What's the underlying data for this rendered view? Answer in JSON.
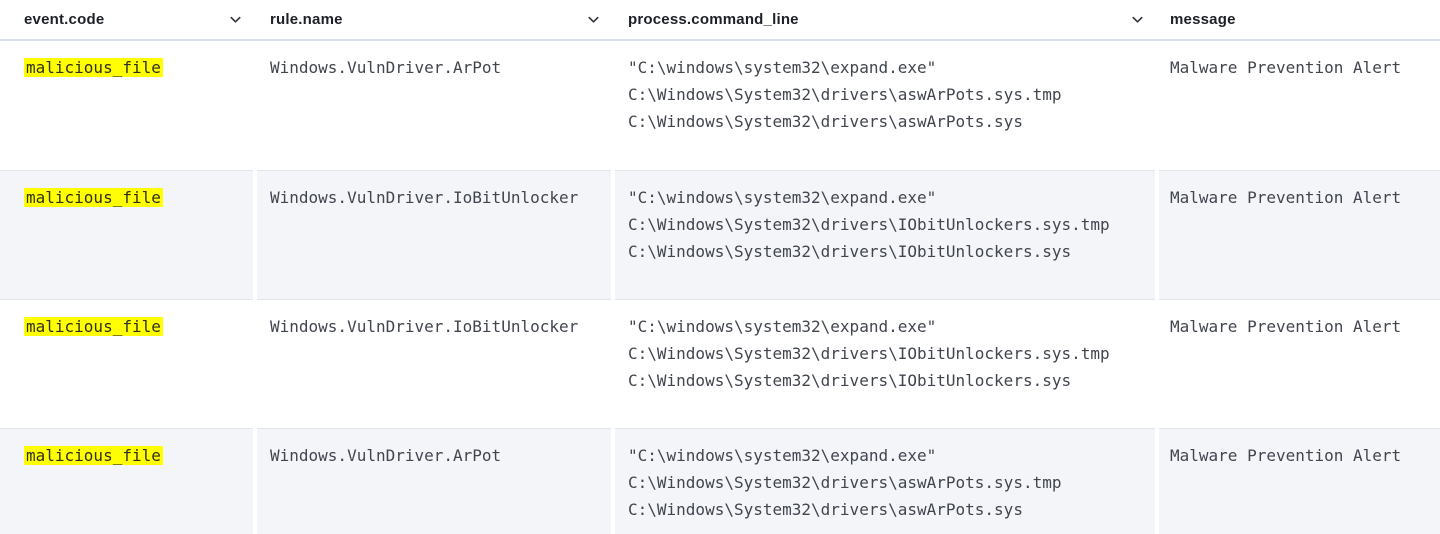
{
  "colors": {
    "highlight": "#ffff00",
    "stripe": "#f4f5f9"
  },
  "table": {
    "columns": [
      {
        "label": "event.code",
        "menu_icon": "chevron-down"
      },
      {
        "label": "rule.name",
        "menu_icon": "chevron-down"
      },
      {
        "label": "process.command_line",
        "menu_icon": "chevron-down"
      },
      {
        "label": "message",
        "menu_icon": null
      }
    ],
    "rows": [
      {
        "event_code": "malicious_file",
        "rule_name": "Windows.VulnDriver.ArPot",
        "command_line": [
          "\"C:\\windows\\system32\\expand.exe\"",
          "C:\\Windows\\System32\\drivers\\aswArPots.sys.tmp",
          "C:\\Windows\\System32\\drivers\\aswArPots.sys"
        ],
        "message": "Malware Prevention Alert"
      },
      {
        "event_code": "malicious_file",
        "rule_name": "Windows.VulnDriver.IoBitUnlocker",
        "command_line": [
          "\"C:\\windows\\system32\\expand.exe\"",
          "C:\\Windows\\System32\\drivers\\IObitUnlockers.sys.tmp",
          "C:\\Windows\\System32\\drivers\\IObitUnlockers.sys"
        ],
        "message": "Malware Prevention Alert"
      },
      {
        "event_code": "malicious_file",
        "rule_name": "Windows.VulnDriver.IoBitUnlocker",
        "command_line": [
          "\"C:\\windows\\system32\\expand.exe\"",
          "C:\\Windows\\System32\\drivers\\IObitUnlockers.sys.tmp",
          "C:\\Windows\\System32\\drivers\\IObitUnlockers.sys"
        ],
        "message": "Malware Prevention Alert"
      },
      {
        "event_code": "malicious_file",
        "rule_name": "Windows.VulnDriver.ArPot",
        "command_line": [
          "\"C:\\windows\\system32\\expand.exe\"",
          "C:\\Windows\\System32\\drivers\\aswArPots.sys.tmp",
          "C:\\Windows\\System32\\drivers\\aswArPots.sys"
        ],
        "message": "Malware Prevention Alert"
      }
    ]
  }
}
